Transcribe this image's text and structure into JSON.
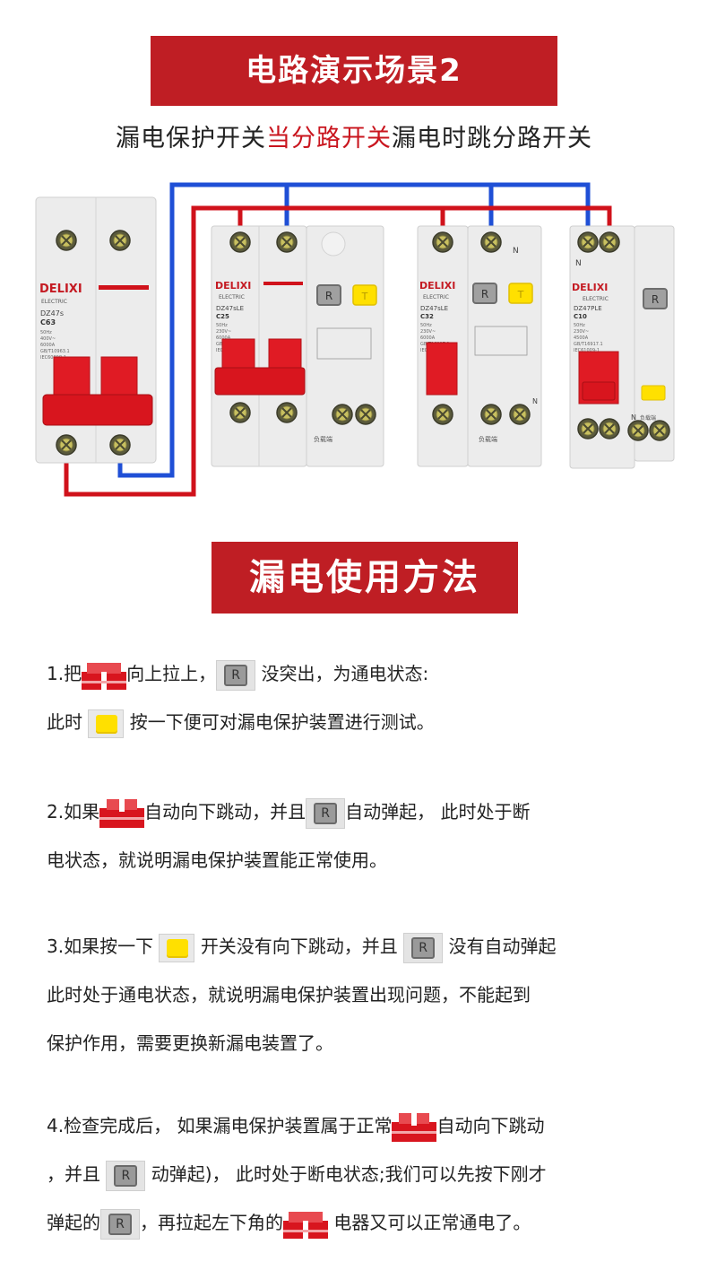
{
  "scene": {
    "title": "电路演示场景2",
    "subtitle_a": "漏电保护开关",
    "subtitle_highlight": "当分路开关",
    "subtitle_b": "漏电时跳分路开关"
  },
  "breakers": [
    {
      "brand": "DELIXI",
      "brand_sub": "ELECTRIC",
      "model": "DZ47s",
      "rating": "C63",
      "spec_lines": [
        "50Hz",
        "400V~",
        "6000A",
        "GB/T10963.1",
        "IEC60898-1"
      ]
    },
    {
      "brand": "DELIXI",
      "brand_sub": "ELECTRIC",
      "model": "DZ47sLE",
      "rating": "C25",
      "spec_lines": [
        "50Hz",
        "230V~",
        "6000A",
        "GB/T16917.1",
        "IEC61009-1"
      ]
    },
    {
      "brand": "DELIXI",
      "brand_sub": "ELECTRIC",
      "model": "DZ47sLE",
      "rating": "C32",
      "spec_lines": [
        "50Hz",
        "230V~",
        "6000A",
        "GB/T16917.1",
        "IEC61009-1"
      ]
    },
    {
      "brand": "DELIXI",
      "brand_sub": "ELECTRIC",
      "model": "DZ47PLE",
      "rating": "C10",
      "spec_lines": [
        "50Hz",
        "230V~",
        "4500A",
        "GB/T16917.1",
        "IEC61009-1"
      ]
    }
  ],
  "breaker_labels": {
    "reset": "R",
    "test": "T",
    "neutral": "N",
    "load": "负载端"
  },
  "colors": {
    "banner_red": "#bf1e24",
    "highlight_red": "#c9151e",
    "wire_red": "#d0121b",
    "wire_blue": "#1f4fd6",
    "test_yellow": "#ffe000"
  },
  "usage": {
    "title": "漏电使用方法",
    "step1": {
      "l1a": "1.把",
      "l1b": "向上拉上，",
      "l1c": "没突出，为通电状态:",
      "l2a": "此时",
      "l2b": "按一下便可对漏电保护装置进行测试。"
    },
    "step2": {
      "l1a": "2.如果",
      "l1b": "自动向下跳动，并且",
      "l1c": "自动弹起， 此时处于断",
      "l2": "电状态，就说明漏电保护装置能正常使用。"
    },
    "step3": {
      "l1a": "3.如果按一下",
      "l1b": "开关没有向下跳动，并且",
      "l1c": "没有自动弹起",
      "l2": "此时处于通电状态，就说明漏电保护装置出现问题，不能起到",
      "l3": "保护作用，需要更换新漏电装置了。"
    },
    "step4": {
      "l1a": "4.检查完成后， 如果漏电保护装置属于正常",
      "l1b": "自动向下跳动",
      "l2a": "，并且",
      "l2b": "动弹起)， 此时处于断电状态;我们可以先按下刚才",
      "l3a": "弹起的",
      "l3b": "，再拉起左下角的",
      "l3c": "电器又可以正常通电了。"
    }
  }
}
